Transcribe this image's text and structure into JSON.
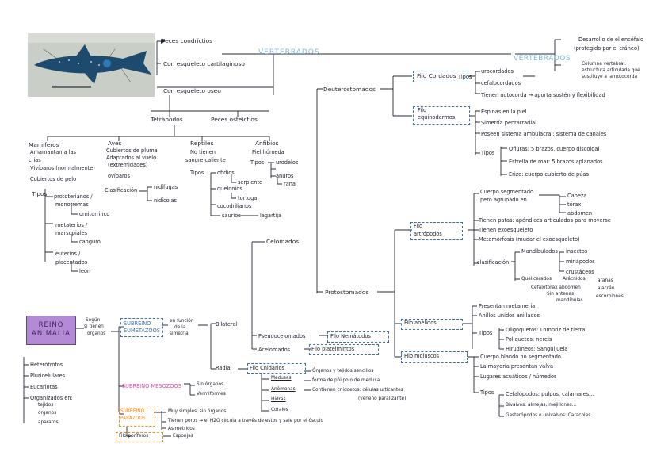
{
  "colors": {
    "ink": "#1d1d2b",
    "blue_title": "#7fb9d8",
    "pink": "#e04aa8",
    "orange": "#f08a1c",
    "purple_box": "#b48ad6",
    "blue_dash": "#3f6fb6"
  },
  "image": {
    "icon": "shark-photo"
  },
  "vertebrados": {
    "title": "VERTEBRADOS",
    "peces_cond": "Peces condríctios",
    "esq_cart": "Con esqueleto cartilaginoso",
    "esq_oseo": "Con esqueleto oseo",
    "tetrapodos": "Tetrápodos",
    "peces_ost": "Peces osteíctios"
  },
  "mamiferos": {
    "title": "Mamíferos",
    "l1": "Amamantan a las",
    "l2": "crías",
    "l3": "Vivíparos (normalmente)",
    "l4": "Cubiertos de pelo",
    "tipos": "Tipos",
    "proto": "prototerianos /",
    "mono": "monotremas",
    "orni": "ornitorrinco",
    "meta": "metaterios /",
    "mars": "marsupiales",
    "cang": "canguro",
    "eute": "euterios /",
    "plac": "placentados",
    "leon": "león"
  },
  "aves": {
    "title": "Aves",
    "l1": "Cubiertos de pluma",
    "l2": "Adaptados al vuelo",
    "l3": "(extremidades)",
    "l4": "ovíparos",
    "clas": "Clasificación",
    "nid1": "nidífugas",
    "nid2": "nidícolas"
  },
  "reptiles": {
    "title": "Reptiles",
    "l1": "No tienen",
    "l2": "sangre caliente",
    "tipos": "Tipos",
    "ofi": "ofidios",
    "serp": "serpiente",
    "quel": "quelonios",
    "tort": "tortuga",
    "coco": "cocodrilianos",
    "saur": "saurios",
    "lag": "lagartija"
  },
  "anfibios": {
    "title": "Anfibios",
    "l1": "Piel húmeda",
    "tipos": "Tipos",
    "urod": "urodelos",
    "anur": "anuros",
    "rana": "rana"
  },
  "deut": {
    "title": "Deuterostomados",
    "cord": "Filo Cordados",
    "tipos": "Tipos",
    "uroc": "urocordados",
    "cefa": "cefalocordados",
    "vert": "VERTEBRADOS",
    "des1": "Desarrollo de el encéfalo",
    "des2": "(protegido por el cráneo)",
    "col1": "Columna vertebral:",
    "col2": "estructura articulada que",
    "col3": "sustituye a la notocorda",
    "noto": "Tienen notocorda → aporta sostén y flexibilidad",
    "equi1": "Filo",
    "equi2": "equinodermos",
    "esp": "Espinas en la piel",
    "sim": "Simetría pentarradial",
    "amb": "Poseen sistema ambulacral: sistema de canales",
    "tipos2": "Tipos",
    "ofiu": "Ofiuras: 5 brazos, cuerpo discoidal",
    "est": "Estrella de mar: 5 brazos aplanados",
    "eriz": "Erizo: cuerpo cubierto de púas"
  },
  "celo": {
    "title": "Celomados",
    "proto": "Protostomados"
  },
  "artro": {
    "filo1": "Filo",
    "filo2": "artrópodos",
    "seg1": "Cuerpo segmentado",
    "seg2": "pero agrupado en",
    "cab": "Cabeza",
    "tor": "tórax",
    "abd": "abdomen",
    "patas": "Tienen patas: apéndices articulados para moverse",
    "exo": "Tienen exoesqueleto",
    "meta": "Metamorfosis (mudar el exoesqueleto)",
    "clas": "clasificación",
    "mand": "Mandibulados",
    "ins": "insectos",
    "mir": "miriápodos",
    "cru": "crustáceos",
    "queli": "Quelicerados",
    "ara": "Arácnidos",
    "aran": "arañas",
    "ala": "alacrán",
    "esc": "escorpiones",
    "cef": "Cefalotórax abdomen",
    "sin": "Sin antenas",
    "mandib": "mandíbulas"
  },
  "anel": {
    "title": "Filo anélidos",
    "l1": "Presentan metamería",
    "l2": "Anillos unidos anillados",
    "tipos": "Tipos",
    "oligo": "Oligoquetos: Lombriz de tierra",
    "poli": "Poliquetos: nereis",
    "hiru": "Hirudíneos: Sanguijuela"
  },
  "molu": {
    "title": "Filo moluscos",
    "l1": "Cuerpo blando no segmentado",
    "l2": "La mayoría presentan valva",
    "l3": "Lugares acuáticos / húmedos",
    "tipos": "Tipos",
    "cefa": "Cefalópodos: pulpos, calamares...",
    "biva": "Bivalvos: almejas, mejillones...",
    "gast": "Gasterópodos o univalvos: Caracoles"
  },
  "reino": {
    "l1": "REINO",
    "l2": "ANIMALIA",
    "h": "Heterótrofos",
    "p": "Pluricelulares",
    "e": "Eucariotas",
    "o": "Organizados en:",
    "o1": "tejidos",
    "o2": "órganos",
    "o3": "aparatos",
    "segun1": "Según",
    "segun2": "si tienen",
    "segun3": "órganos"
  },
  "eume": {
    "t1": "SUBREINO",
    "t2": "EUMETAZOOS",
    "f1": "en función",
    "f2": "de la",
    "f3": "simetría",
    "bil": "Bilateral",
    "pseudo": "Pseudocelomados",
    "nema": "Filo Nemátodos",
    "acel": "Acelomados",
    "plat": "Filo platelmintos",
    "rad": "Radial",
    "cnid": "Filo Cnidarios",
    "c1": "Órganos y tejidos sencillos",
    "c2": "forma de pólipo o de medusa",
    "c3": "Contienen cnidoetos: células urticantes",
    "c4": "(veneno paralizante)",
    "m1": "Medusas",
    "m2": "Anémonas",
    "m3": "Hidras",
    "m4": "Corales"
  },
  "meso": {
    "t": "SUBREINO MESOZOOS",
    "a": "Sin órganos",
    "b": "Vermiformes"
  },
  "para": {
    "t1": "SUBREINO",
    "t2": "PARAZOOS",
    "a": "Muy simples, sin órganos",
    "b": "Tienen poros → el H2O circula a través de estos y sale por el ósculo",
    "c": "Asimétricos",
    "filo": "Filo poríferos",
    "esp": "Esponjas"
  }
}
